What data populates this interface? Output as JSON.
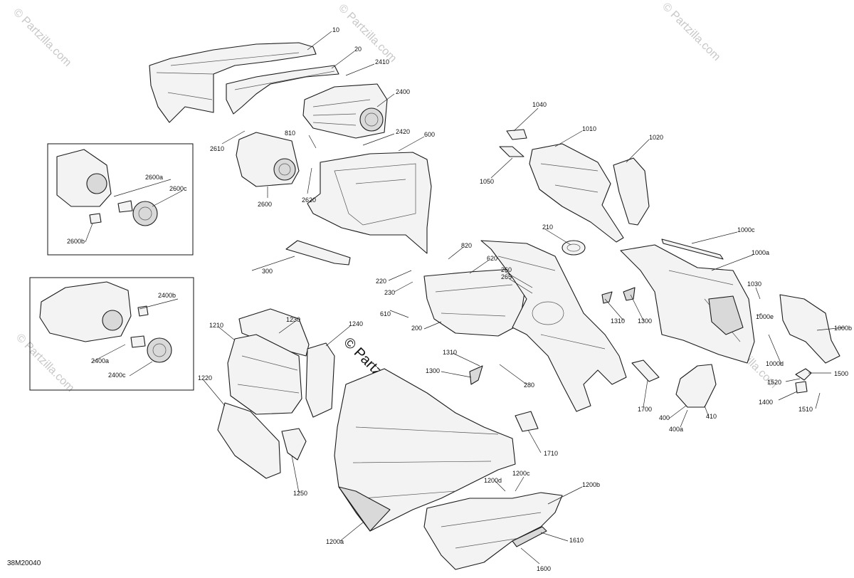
{
  "diagram_code": "38M20040",
  "watermark": "© Partzilla.com",
  "callouts": [
    {
      "id": "10",
      "label": "10"
    },
    {
      "id": "20",
      "label": "20"
    },
    {
      "id": "2410",
      "label": "2410"
    },
    {
      "id": "2400",
      "label": "2400"
    },
    {
      "id": "2420",
      "label": "2420"
    },
    {
      "id": "2610",
      "label": "2610"
    },
    {
      "id": "810",
      "label": "810"
    },
    {
      "id": "600",
      "label": "600"
    },
    {
      "id": "2620",
      "label": "2620"
    },
    {
      "id": "2600",
      "label": "2600"
    },
    {
      "id": "2600a",
      "label": "2600a"
    },
    {
      "id": "2600c",
      "label": "2600c"
    },
    {
      "id": "2600b",
      "label": "2600b"
    },
    {
      "id": "300",
      "label": "300"
    },
    {
      "id": "1040",
      "label": "1040"
    },
    {
      "id": "1010",
      "label": "1010"
    },
    {
      "id": "1020",
      "label": "1020"
    },
    {
      "id": "1050",
      "label": "1050"
    },
    {
      "id": "210",
      "label": "210"
    },
    {
      "id": "820",
      "label": "820"
    },
    {
      "id": "620",
      "label": "620"
    },
    {
      "id": "220",
      "label": "220"
    },
    {
      "id": "230",
      "label": "230"
    },
    {
      "id": "260",
      "label": "260"
    },
    {
      "id": "265",
      "label": "265"
    },
    {
      "id": "610",
      "label": "610"
    },
    {
      "id": "200",
      "label": "200"
    },
    {
      "id": "1000c",
      "label": "1000c"
    },
    {
      "id": "1000a",
      "label": "1000a"
    },
    {
      "id": "1030",
      "label": "1030"
    },
    {
      "id": "1000e",
      "label": "1000e"
    },
    {
      "id": "1000b",
      "label": "1000b"
    },
    {
      "id": "1000d",
      "label": "1000d"
    },
    {
      "id": "1310a",
      "label": "1310"
    },
    {
      "id": "1300a",
      "label": "1300"
    },
    {
      "id": "1310b",
      "label": "1310"
    },
    {
      "id": "1300b",
      "label": "1300"
    },
    {
      "id": "280",
      "label": "280"
    },
    {
      "id": "2400b",
      "label": "2400b"
    },
    {
      "id": "2400a",
      "label": "2400a"
    },
    {
      "id": "2400c",
      "label": "2400c"
    },
    {
      "id": "1230",
      "label": "1230"
    },
    {
      "id": "1210",
      "label": "1210"
    },
    {
      "id": "1240",
      "label": "1240"
    },
    {
      "id": "1220",
      "label": "1220"
    },
    {
      "id": "1250",
      "label": "1250"
    },
    {
      "id": "1200a",
      "label": "1200a"
    },
    {
      "id": "1200d",
      "label": "1200d"
    },
    {
      "id": "1200c",
      "label": "1200c"
    },
    {
      "id": "1200b",
      "label": "1200b"
    },
    {
      "id": "1710",
      "label": "1710"
    },
    {
      "id": "1700",
      "label": "1700"
    },
    {
      "id": "400",
      "label": "400"
    },
    {
      "id": "410",
      "label": "410"
    },
    {
      "id": "400a",
      "label": "400a"
    },
    {
      "id": "1500",
      "label": "1500"
    },
    {
      "id": "1520",
      "label": "1520"
    },
    {
      "id": "1400",
      "label": "1400"
    },
    {
      "id": "1510",
      "label": "1510"
    },
    {
      "id": "1610",
      "label": "1610"
    },
    {
      "id": "1600",
      "label": "1600"
    }
  ]
}
